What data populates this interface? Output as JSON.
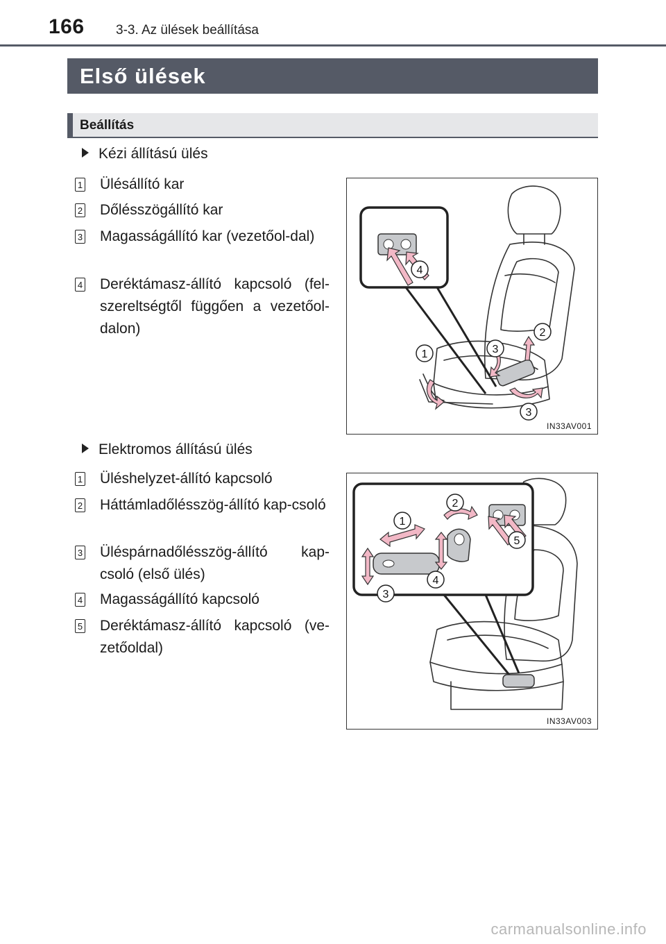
{
  "header": {
    "page_number": "166",
    "section": "3-3. Az ülések beállítása"
  },
  "title": "Első ülések",
  "subsection": "Beállítás",
  "manual": {
    "heading": "Kézi állítású ülés",
    "items": [
      {
        "num": "1",
        "text": "Ülésállító kar"
      },
      {
        "num": "2",
        "text": "Dőlésszögállító kar"
      },
      {
        "num": "3",
        "text": "Magasságállító kar (vezetőol-dal)"
      },
      {
        "num": "4",
        "text": "Deréktámasz-állító kapcsoló (fel-szereltségtől függően a vezetőol-dalon)"
      }
    ],
    "figure": {
      "code": "IN33AV001",
      "callouts": [
        "4",
        "2",
        "3",
        "1",
        "3"
      ]
    }
  },
  "power": {
    "heading": "Elektromos állítású ülés",
    "items": [
      {
        "num": "1",
        "text": "Üléshelyzet-állító kapcsoló"
      },
      {
        "num": "2",
        "text": "Háttámladőlésszög-állító kap-csoló"
      },
      {
        "num": "3",
        "text": "Üléspárnadőlésszög-állító kap-csoló (első ülés)"
      },
      {
        "num": "4",
        "text": "Magasságállító kapcsoló"
      },
      {
        "num": "5",
        "text": "Deréktámasz-állító kapcsoló (ve-zetőoldal)"
      }
    ],
    "figure": {
      "code": "IN33AV003",
      "callouts": [
        "2",
        "1",
        "5",
        "4",
        "3"
      ]
    }
  },
  "watermark": "carmanualsonline.info",
  "colors": {
    "bar": "#555a66",
    "sub_bar": "#e6e7e9",
    "arrow": "#f2b8c6"
  }
}
